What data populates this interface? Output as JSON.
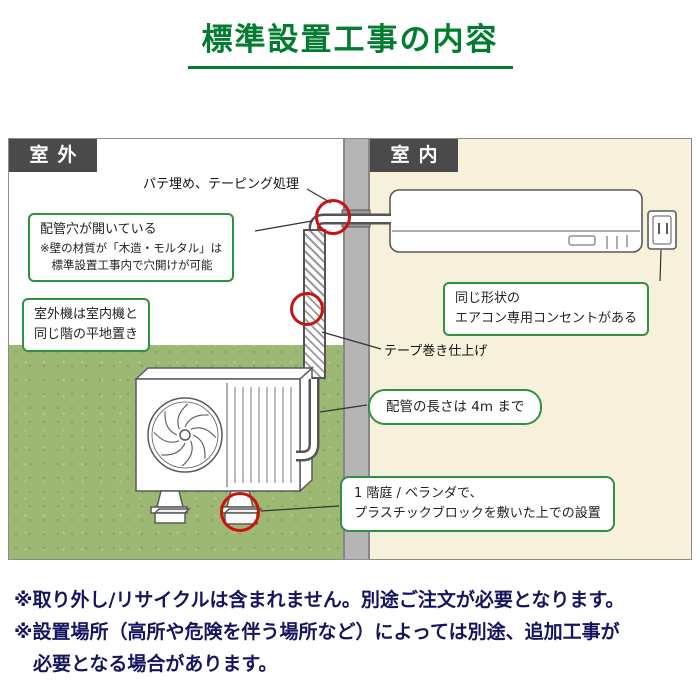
{
  "page": {
    "title": "標準設置工事の内容"
  },
  "diagram": {
    "outdoor_label": "室外",
    "indoor_label": "室内",
    "putty_label": "パテ埋め、テーピング処理",
    "hole_box": {
      "line1": "配管穴が開いている",
      "line2": "※壁の材質が「木造・モルタル」は",
      "line3": "標準設置工事内で穴開けが可能"
    },
    "outdoor_box": {
      "line1": "室外機は室内機と",
      "line2": "同じ階の平地置き"
    },
    "outlet_box": {
      "line1": "同じ形状の",
      "line2": "エアコン専用コンセントがある"
    },
    "tape_label": "テープ巻き仕上げ",
    "pipe_length_box": "配管の長さは 4m まで",
    "block_box": {
      "line1": "1 階庭 / ベランダで、",
      "line2": "プラスチックブロックを敷いた上での設置"
    }
  },
  "notes": {
    "line1": "※取り外し/リサイクルは含まれません。別途ご注文が必要となります。",
    "line2": "※設置場所（高所や危険を伴う場所など）によっては別途、追加工事が",
    "line3": "　必要となる場合があります。"
  },
  "colors": {
    "title_green": "#027c2f",
    "callout_border_green": "#2f9240",
    "note_navy": "#15155f",
    "highlight_red": "#cc1111",
    "indoor_beige": "#f7f0db",
    "grass_green": "#9cb873",
    "wall_gray": "#b5b5b5",
    "zone_label_gray": "#4a4a4a"
  }
}
